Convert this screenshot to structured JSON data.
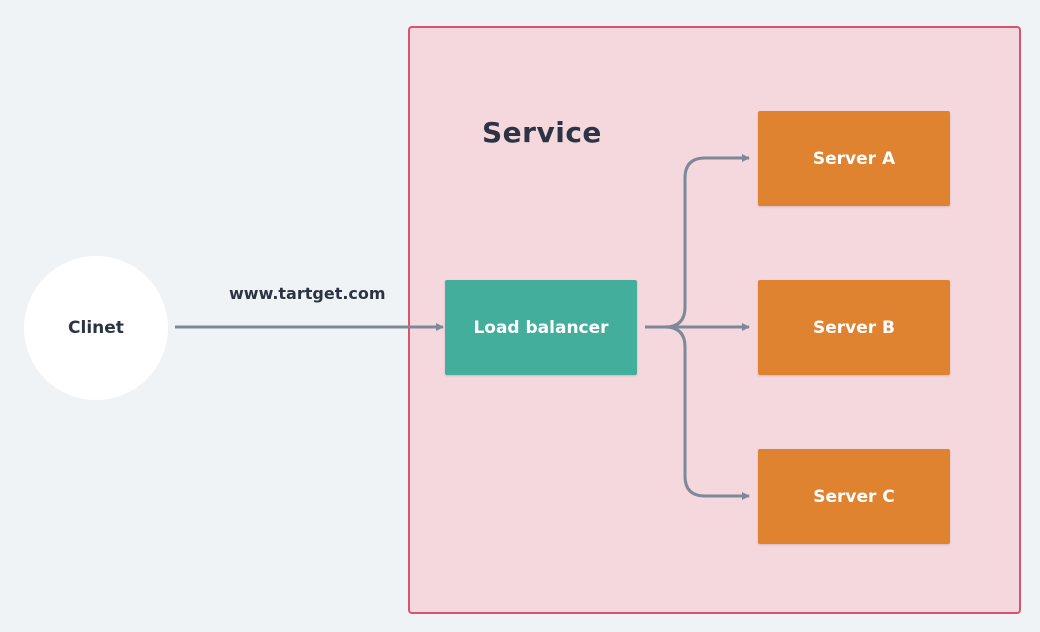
{
  "client": {
    "label": "Clinet"
  },
  "connection": {
    "url": "www.tartget.com"
  },
  "service": {
    "title": "Service",
    "load_balancer": "Load balancer",
    "servers": [
      "Server A",
      "Server B",
      "Server C"
    ]
  },
  "colors": {
    "background": "#eff3f6",
    "service_fill": "#f5d8de",
    "service_border": "#d6546e",
    "load_balancer": "#44ae9d",
    "server": "#e08331",
    "arrow": "#7d8898"
  }
}
